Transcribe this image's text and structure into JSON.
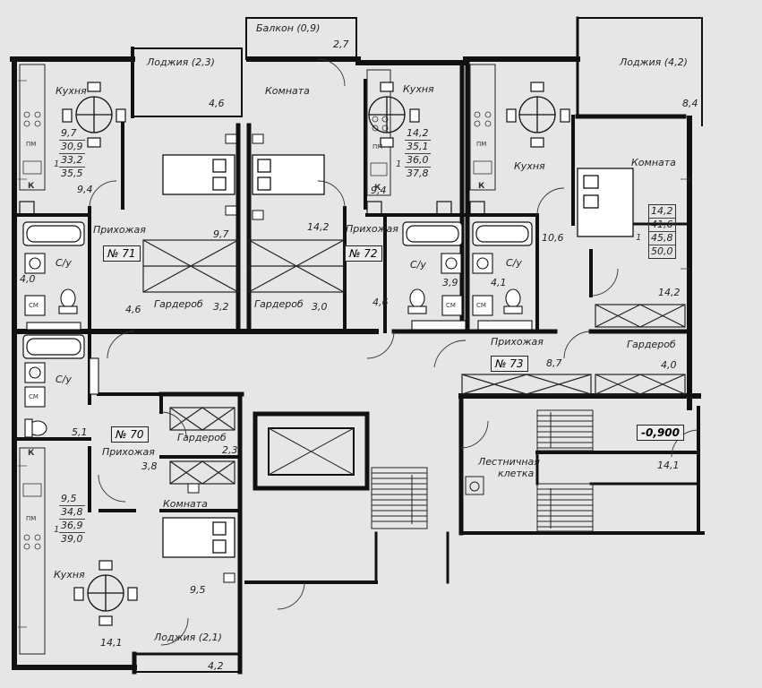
{
  "rooms": {
    "balkon": "Балкон (0,9)",
    "loggia_a71": "Лоджия (2,3)",
    "loggia_a73": "Лоджия (4,2)",
    "loggia_a70": "Лоджия (2,1)",
    "komnata_a71": "Комната",
    "komnata_a73": "Комната",
    "komnata_a70": "Комната",
    "kitchen_a71": "Кухня",
    "kitchen_a72": "Кухня",
    "kitchen_a73": "Кухня",
    "kitchen_a70": "Кухня",
    "hall_a71": "Прихожая",
    "hall_a72": "Прихожая",
    "hall_a73": "Прихожая",
    "hall_a70": "Прихожая",
    "bath_a71": "С/у",
    "bath_a72": "С/у",
    "bath_a73": "С/у",
    "bath_a70": "С/у",
    "wardrobe_a71": "Гардероб",
    "wardrobe_a72": "Гардероб",
    "wardrobe_a73": "Гардероб",
    "wardrobe_a70": "Гардероб",
    "stairs_line1": "Лестничная",
    "stairs_line2": "клетка"
  },
  "apartments": {
    "a70": "№ 70",
    "a71": "№ 71",
    "a72": "№ 72",
    "a73": "№ 73"
  },
  "areas": {
    "balkon": "2,7",
    "loggia_a71": "4,6",
    "loggia_a73": "8,4",
    "loggia_a70": "4,2",
    "kitchen_a71": "9,4",
    "kitchen_a72": "9,4",
    "kitchen_a73": "10,6",
    "kitchen_a70": "14,1",
    "komnata_a71": "9,7",
    "komnata_a72": "14,2",
    "komnata_a73": "14,2",
    "komnata_a70": "9,5",
    "bath_a71": "4,0",
    "bath_a72": "3,9",
    "bath_a73": "4,1",
    "bath_a70": "5,1",
    "hall_a71": "4,6",
    "hall_a72": "4,6",
    "hall_a73": "8,7",
    "hall_a70": "3,8",
    "wardrobe_a71": "3,2",
    "wardrobe_a72": "3,0",
    "wardrobe_a73": "4,0",
    "wardrobe_a70": "2,3",
    "stairs": "14,1"
  },
  "summaries": {
    "a71": {
      "rooms": "1",
      "values": [
        "9,7",
        "30,9",
        "33,2",
        "35,5"
      ]
    },
    "a72": {
      "rooms": "1",
      "values": [
        "14,2",
        "35,1",
        "36,0",
        "37,8"
      ]
    },
    "a73": {
      "rooms": "1",
      "values": [
        "14,2",
        "41,6",
        "45,8",
        "50,0"
      ]
    },
    "a70": {
      "rooms": "1",
      "values": [
        "9,5",
        "34,8",
        "36,9",
        "39,0"
      ]
    }
  },
  "fixtures": {
    "pm": "ПМ",
    "sm": "СМ",
    "k": "К"
  },
  "level": "-0,900"
}
